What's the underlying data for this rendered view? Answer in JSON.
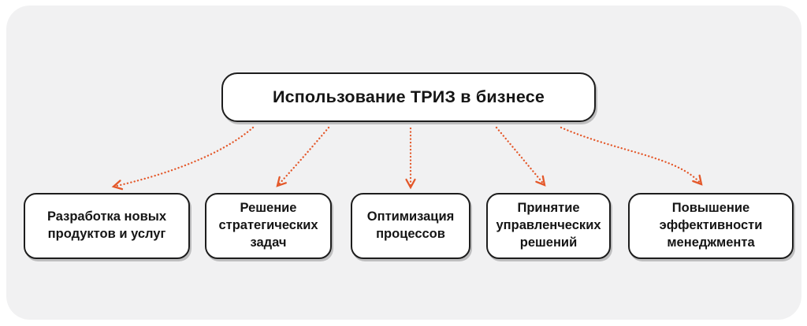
{
  "diagram": {
    "root": {
      "label": "Использование ТРИЗ в бизнесе"
    },
    "children": [
      {
        "label": "Разработка новых продуктов и услуг"
      },
      {
        "label": "Решение стратегических задач"
      },
      {
        "label": "Оптимизация процессов"
      },
      {
        "label": "Принятие управленческих решений"
      },
      {
        "label": "Повышение эффективности менеджмента"
      }
    ],
    "colors": {
      "arrow": "#E4582A",
      "box_border": "#1d1d1d",
      "box_bg": "#ffffff",
      "panel_bg": "#f1f1f2",
      "page_bg": "#ffffff",
      "text": "#151515"
    }
  }
}
